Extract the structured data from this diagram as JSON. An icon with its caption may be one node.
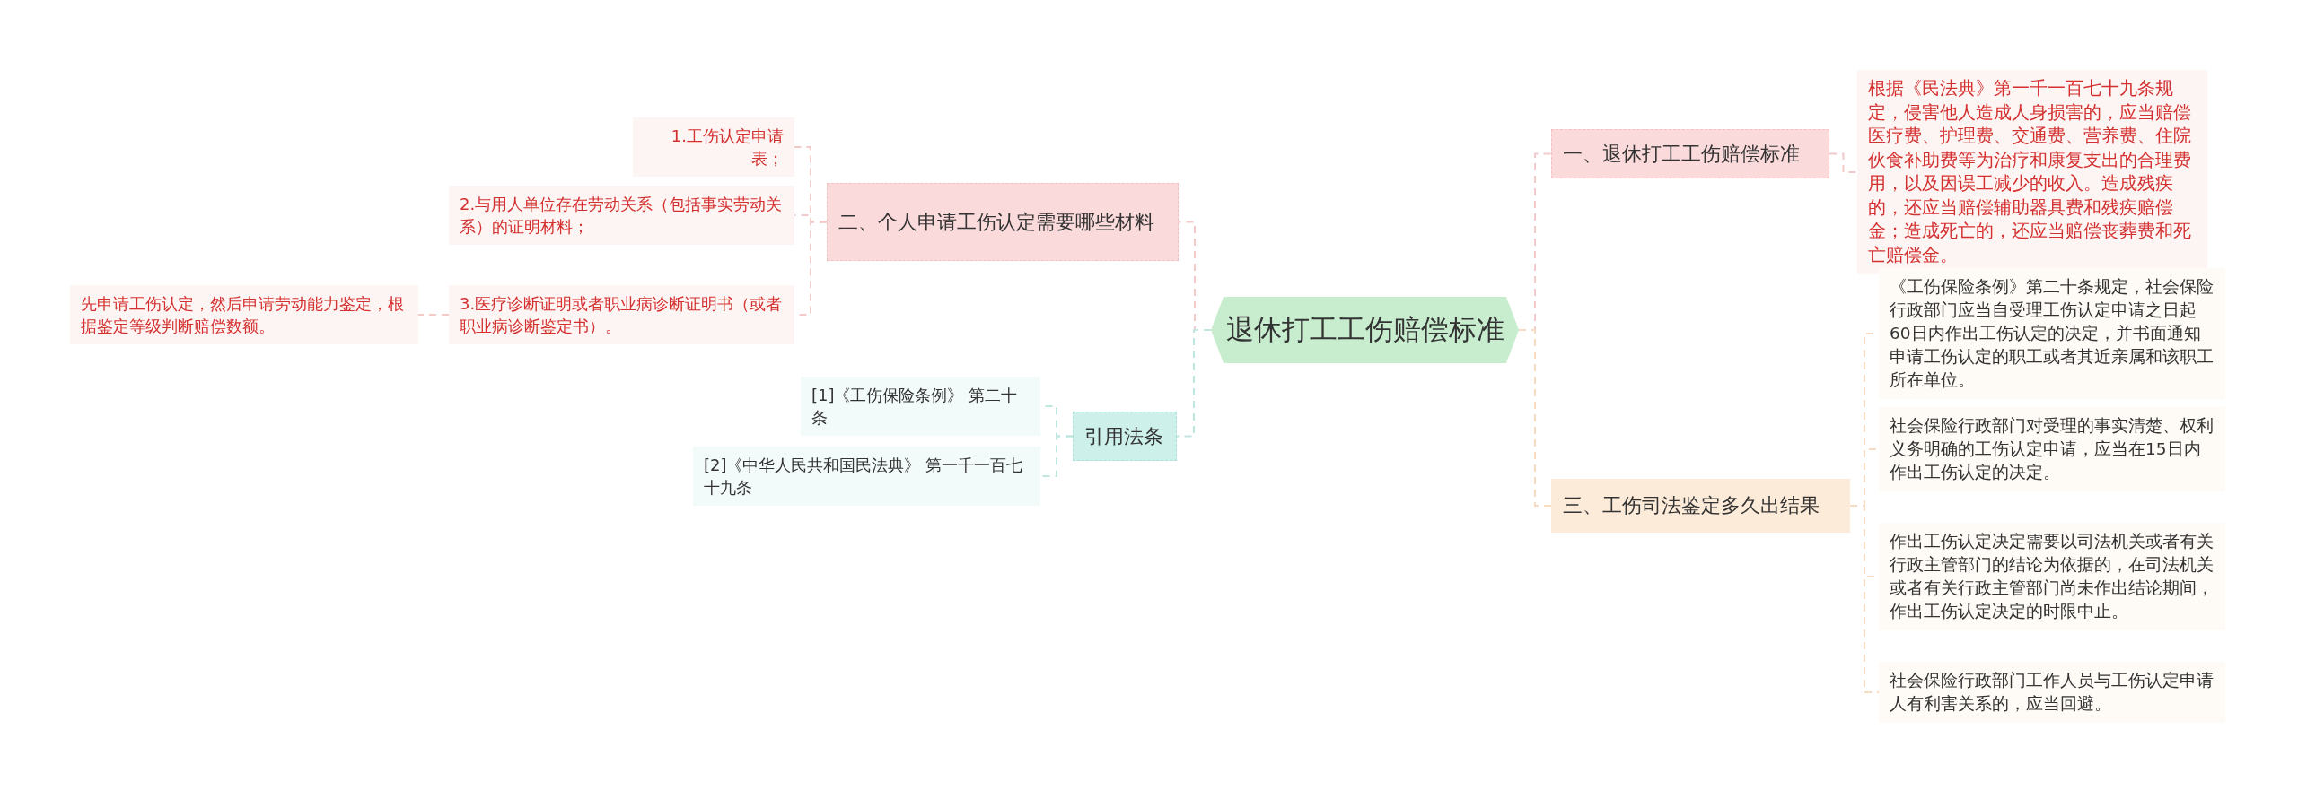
{
  "diagram": {
    "nodes": [
      {
        "text": [
          "退休打工工伤赔偿标准"
        ]
      },
      {
        "text": [
          "一、退休打工工伤赔偿标准"
        ]
      },
      {
        "text": [
          "根据《民法典》第一千一百七十九条规定，侵害他人造成人身损害的，应当赔偿医疗费、护理费、交通费、营养费、住院伙食补助费等为治疗和康复支出的合理费用，以及因误工减少的收入。造成残疾的，还应当赔偿辅助器具费和残疾赔偿金；造成死亡的，还应当赔偿丧葬费和死亡赔偿金。"
        ]
      },
      {
        "text": [
          "二、个人申请工伤认定需要哪些材料"
        ]
      },
      {
        "text": [
          "1.工伤认定申请表；"
        ]
      },
      {
        "text": [
          "2.与用人单位存在劳动关系（包括事实劳动关系）的证明材料；"
        ]
      },
      {
        "text": [
          "3.医疗诊断证明或者职业病诊断证明书（或者职业病诊断鉴定书）。"
        ]
      },
      {
        "text": [
          "先申请工伤认定，然后申请劳动能力鉴定，根据鉴定等级判断赔偿数额。"
        ]
      },
      {
        "text": [
          "引用法条"
        ]
      },
      {
        "text": [
          "[1]《工伤保险条例》 第二十条"
        ]
      },
      {
        "text": [
          "[2]《中华人民共和国民法典》 第一千一百七十九条"
        ]
      },
      {
        "text": [
          "三、工伤司法鉴定多久出结果"
        ]
      },
      {
        "text": [
          "《工伤保险条例》第二十条规定，社会保险行政部门应当自受理工伤认定申请之日起60日内作出工伤认定的决定，并书面通知申请工伤认定的职工或者其近亲属和该职工所在单位。"
        ]
      },
      {
        "text": [
          "社会保险行政部门对受理的事实清楚、权利义务明确的工伤认定申请，应当在15日内作出工伤认定的决定。"
        ]
      },
      {
        "text": [
          "作出工伤认定决定需要以司法机关或者有关行政主管部门的结论为依据的，在司法机关或者有关行政主管部门尚未作出结论期间，作出工伤认定决定的时限中止。"
        ]
      },
      {
        "text": [
          "社会保险行政部门工作人员与工伤认定申请人有利害关系的，应当回避。"
        ]
      }
    ],
    "edges": [
      {
        "from": 0,
        "to": 1,
        "arrow": "none",
        "style": "dashed",
        "color": "#f3c9c9"
      },
      {
        "from": 1,
        "to": 2,
        "arrow": "none",
        "style": "dashed",
        "color": "#f3c9c9"
      },
      {
        "from": 0,
        "to": 3,
        "arrow": "none",
        "style": "dashed",
        "color": "#f3c9c9"
      },
      {
        "from": 3,
        "to": 4,
        "arrow": "none",
        "style": "dashed",
        "color": "#f3c9c9"
      },
      {
        "from": 3,
        "to": 5,
        "arrow": "none",
        "style": "dashed",
        "color": "#f3c9c9"
      },
      {
        "from": 3,
        "to": 6,
        "arrow": "none",
        "style": "dashed",
        "color": "#f3c9c9"
      },
      {
        "from": 6,
        "to": 7,
        "arrow": "none",
        "style": "dashed",
        "color": "#f3c9c9"
      },
      {
        "from": 0,
        "to": 8,
        "arrow": "none",
        "style": "dashed",
        "color": "#bfe6df"
      },
      {
        "from": 8,
        "to": 9,
        "arrow": "none",
        "style": "dashed",
        "color": "#bfe6df"
      },
      {
        "from": 8,
        "to": 10,
        "arrow": "none",
        "style": "dashed",
        "color": "#bfe6df"
      },
      {
        "from": 0,
        "to": 11,
        "arrow": "none",
        "style": "dashed",
        "color": "#f8dcc2"
      },
      {
        "from": 11,
        "to": 12,
        "arrow": "none",
        "style": "dashed",
        "color": "#f8dcc2"
      },
      {
        "from": 11,
        "to": 13,
        "arrow": "none",
        "style": "dashed",
        "color": "#f8dcc2"
      },
      {
        "from": 11,
        "to": 14,
        "arrow": "none",
        "style": "dashed",
        "color": "#f8dcc2"
      },
      {
        "from": 11,
        "to": 15,
        "arrow": "none",
        "style": "dashed",
        "color": "#f8dcc2"
      }
    ]
  }
}
